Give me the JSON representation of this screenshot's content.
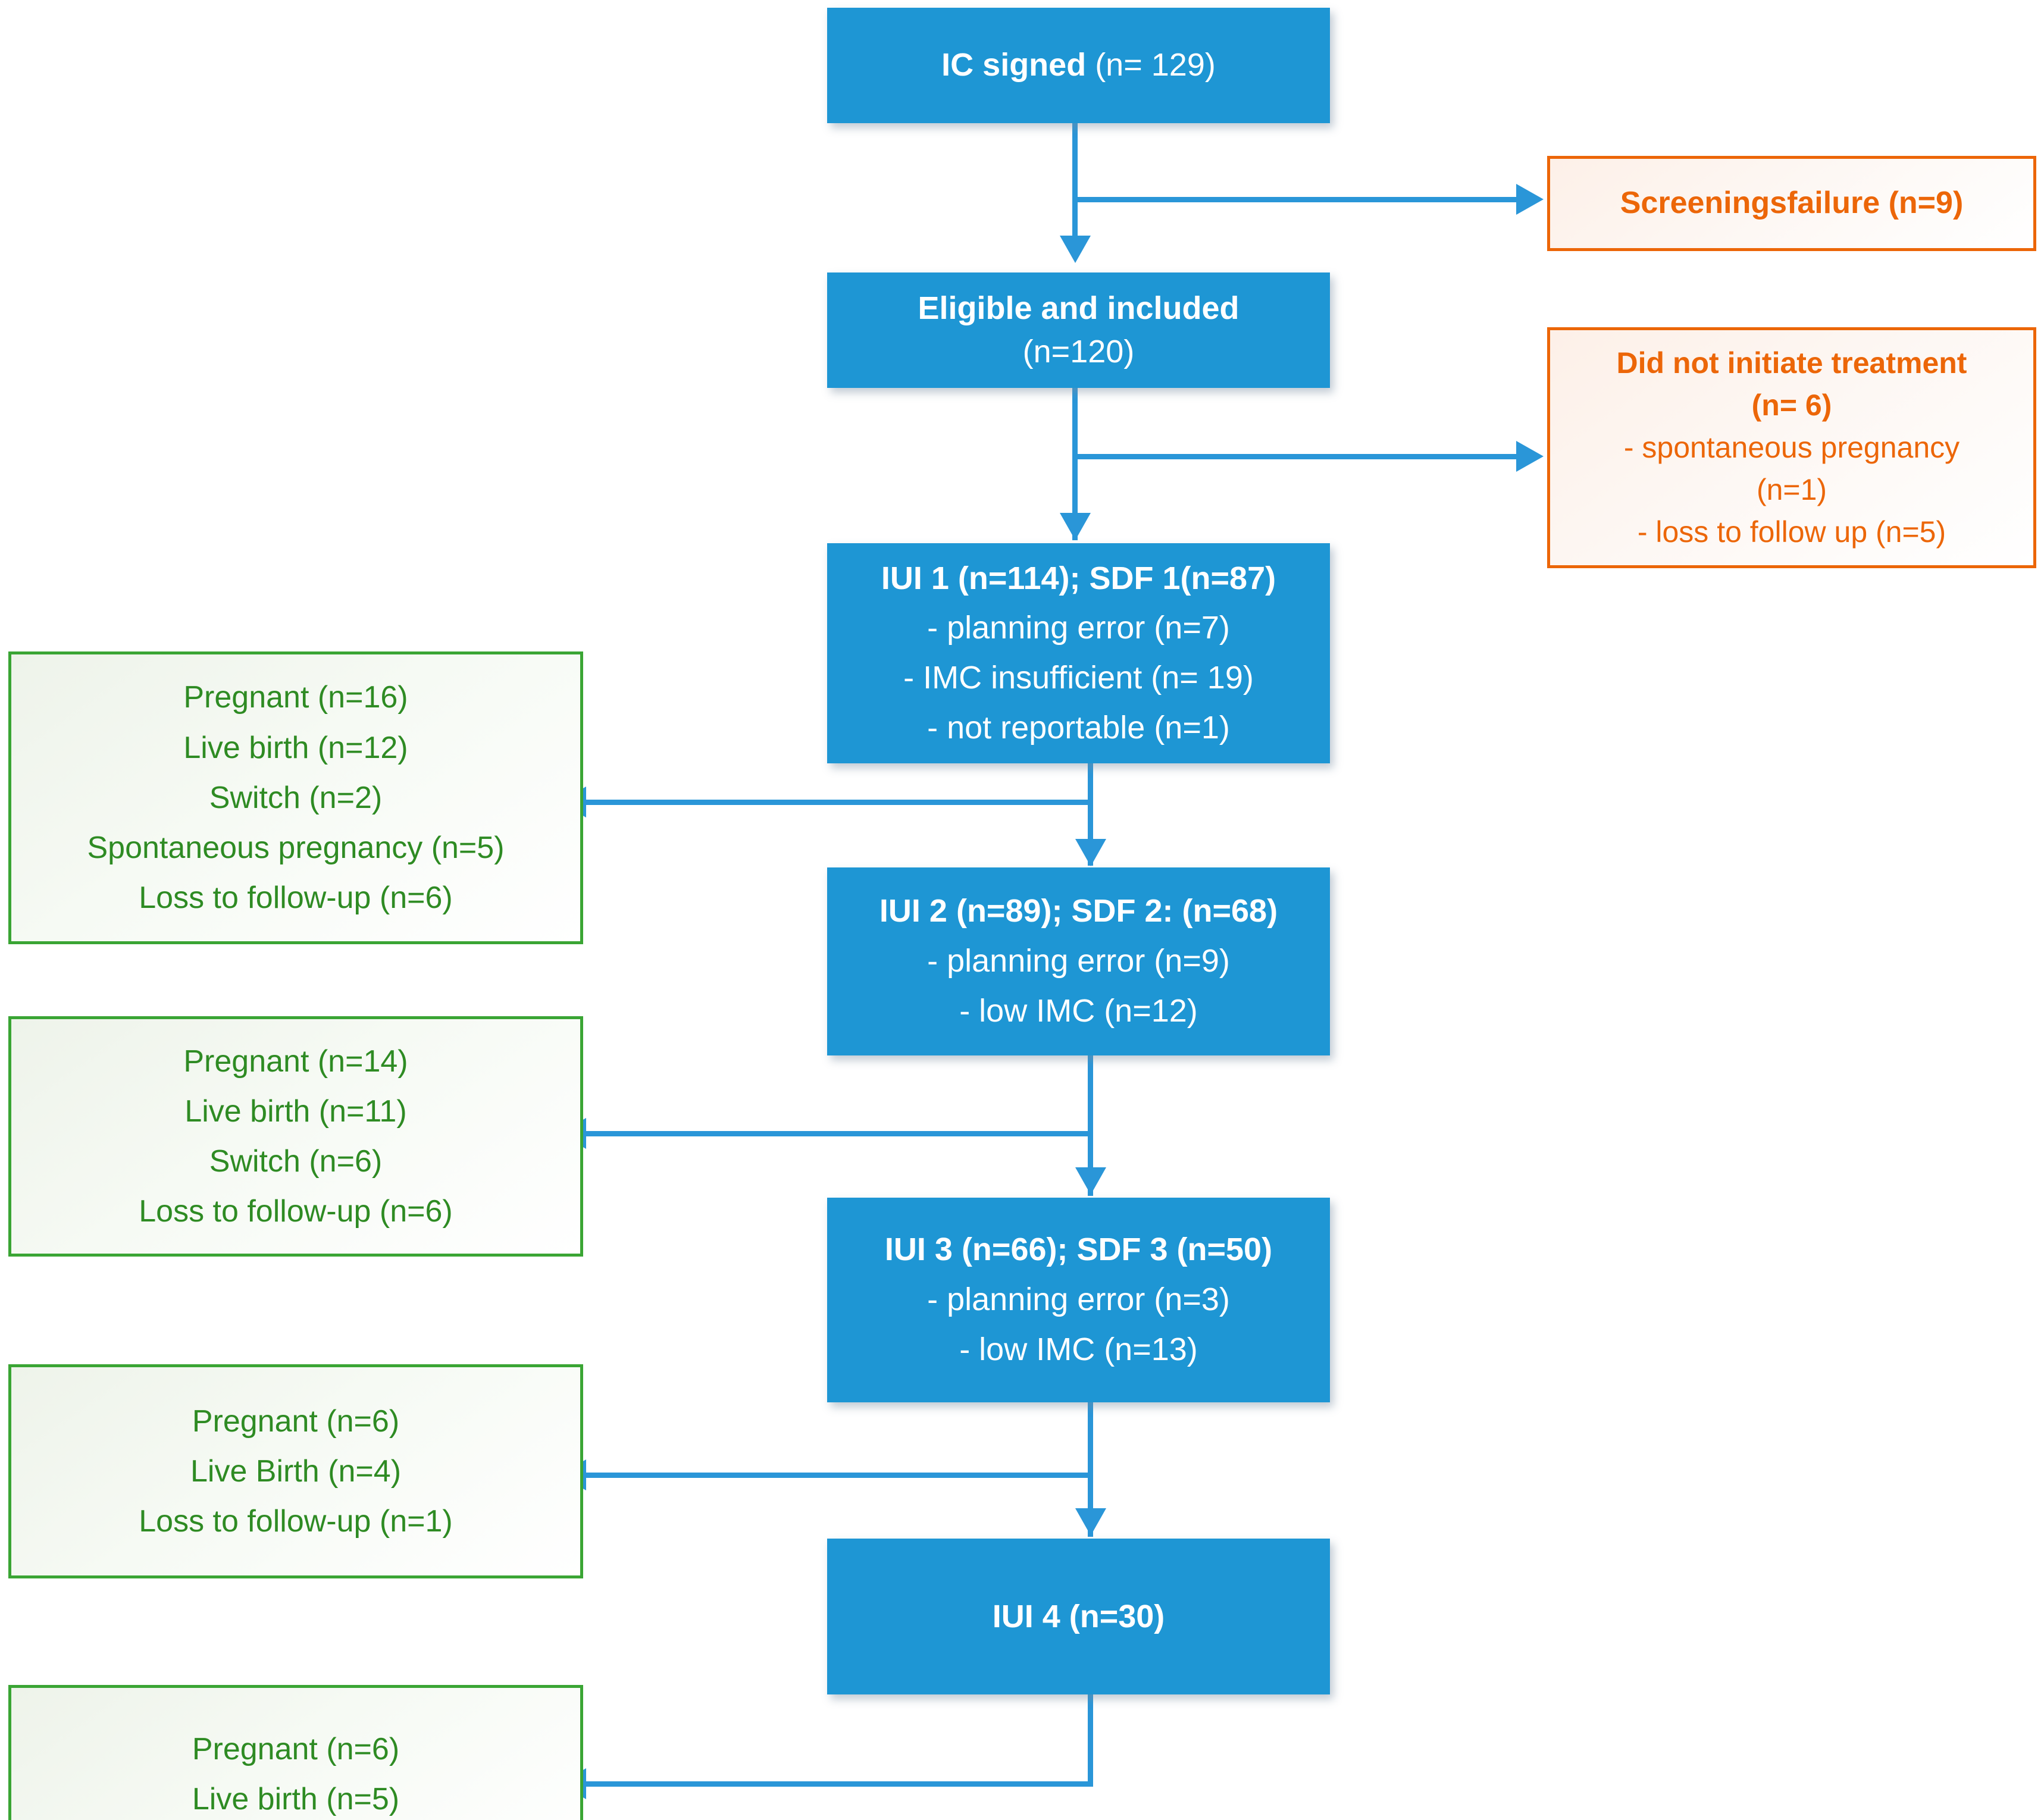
{
  "colors": {
    "blue": "#1e96d4",
    "orange": "#ec6608",
    "green": "#3aa534",
    "green_text": "#2e8b23",
    "connector": "#2a96d8",
    "white": "#ffffff"
  },
  "flow": {
    "ic_signed": {
      "title": "IC signed",
      "count": "(n= 129)"
    },
    "eligible": {
      "title": "Eligible and included",
      "count": "(n=120)"
    },
    "iui1": {
      "title": "IUI 1 (n=114); SDF 1(n=87)",
      "lines": [
        "- planning error (n=7)",
        "- IMC insufficient (n= 19)",
        "- not reportable (n=1)"
      ]
    },
    "iui2": {
      "title": "IUI 2 (n=89); SDF 2: (n=68)",
      "lines": [
        "- planning error (n=9)",
        "- low IMC (n=12)"
      ]
    },
    "iui3": {
      "title": "IUI 3 (n=66); SDF 3 (n=50)",
      "lines": [
        "- planning error (n=3)",
        "- low IMC (n=13)"
      ]
    },
    "iui4": {
      "title": "IUI 4 (n=30)"
    }
  },
  "exclusions": {
    "screening_failure": {
      "title": "Screeningsfailure (n=9)",
      "lines": []
    },
    "no_treatment": {
      "title": "Did not initiate treatment",
      "subtitle": "(n= 6)",
      "lines": [
        "- spontaneous pregnancy",
        "(n=1)",
        "- loss to follow up (n=5)"
      ]
    }
  },
  "outcomes": {
    "after_iui1": {
      "lines": [
        "Pregnant (n=16)",
        "Live birth (n=12)",
        "Switch (n=2)",
        "Spontaneous pregnancy (n=5)",
        "Loss to follow-up (n=6)"
      ]
    },
    "after_iui2": {
      "lines": [
        "Pregnant (n=14)",
        "Live birth (n=11)",
        "Switch (n=6)",
        "Loss to follow-up (n=6)"
      ]
    },
    "after_iui3": {
      "lines": [
        "Pregnant (n=6)",
        "Live Birth (n=4)",
        "Loss to follow-up (n=1)"
      ]
    },
    "after_iui4": {
      "lines": [
        "Pregnant (n=6)",
        "Live birth (n=5)"
      ]
    }
  }
}
